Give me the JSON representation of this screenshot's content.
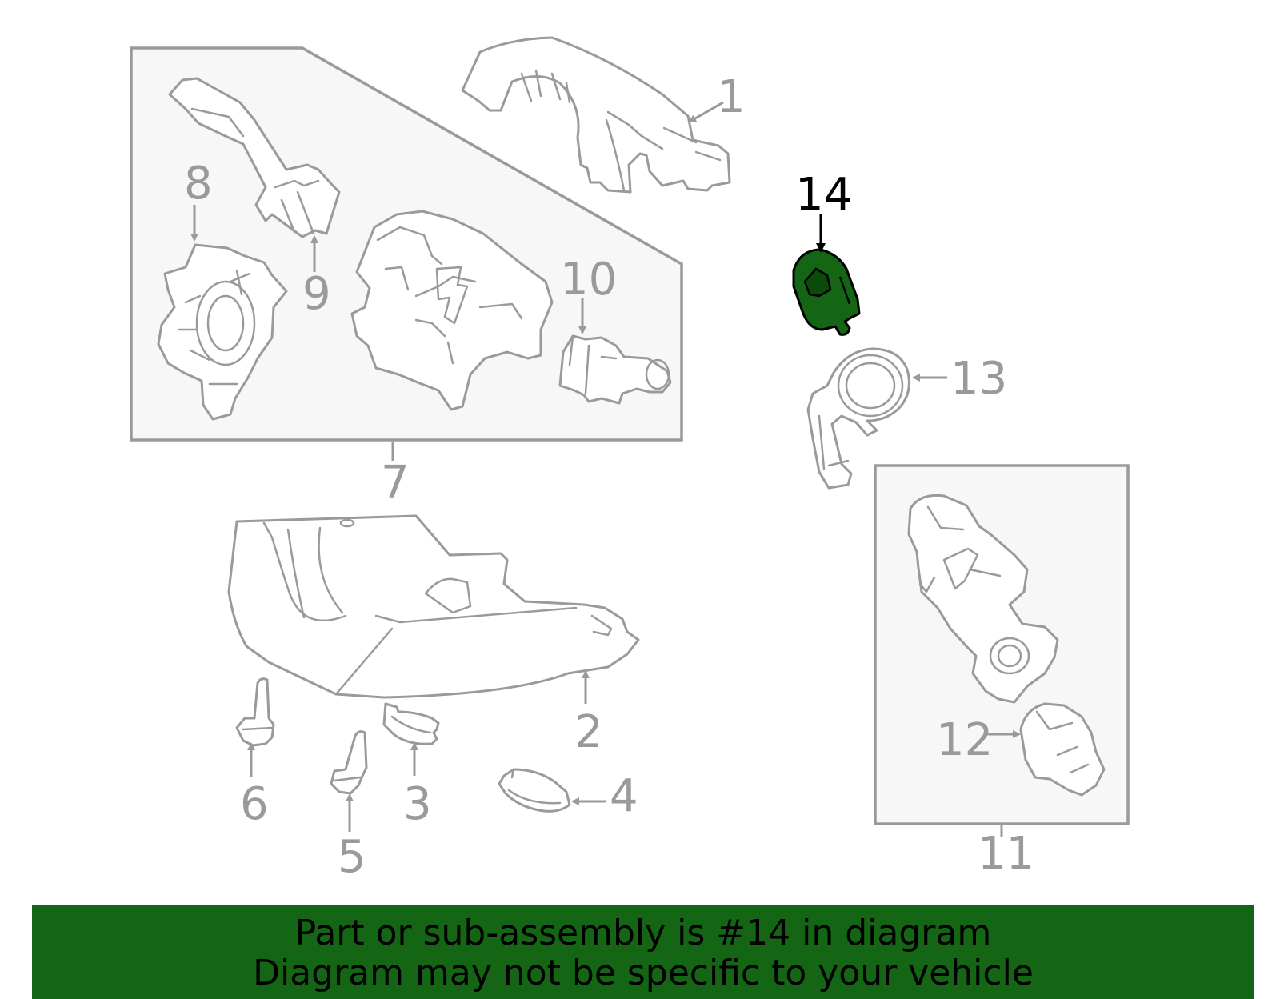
{
  "highlight": {
    "part_number": "14",
    "color": "#146614"
  },
  "callouts": {
    "c1": "1",
    "c2": "2",
    "c3": "3",
    "c4": "4",
    "c5": "5",
    "c6": "6",
    "c7": "7",
    "c8": "8",
    "c9": "9",
    "c10": "10",
    "c11": "11",
    "c12": "12",
    "c13": "13",
    "c14": "14"
  },
  "banner": {
    "line1": "Part or sub-assembly is #14 in diagram",
    "line2": "Diagram may not be specific to your vehicle"
  }
}
